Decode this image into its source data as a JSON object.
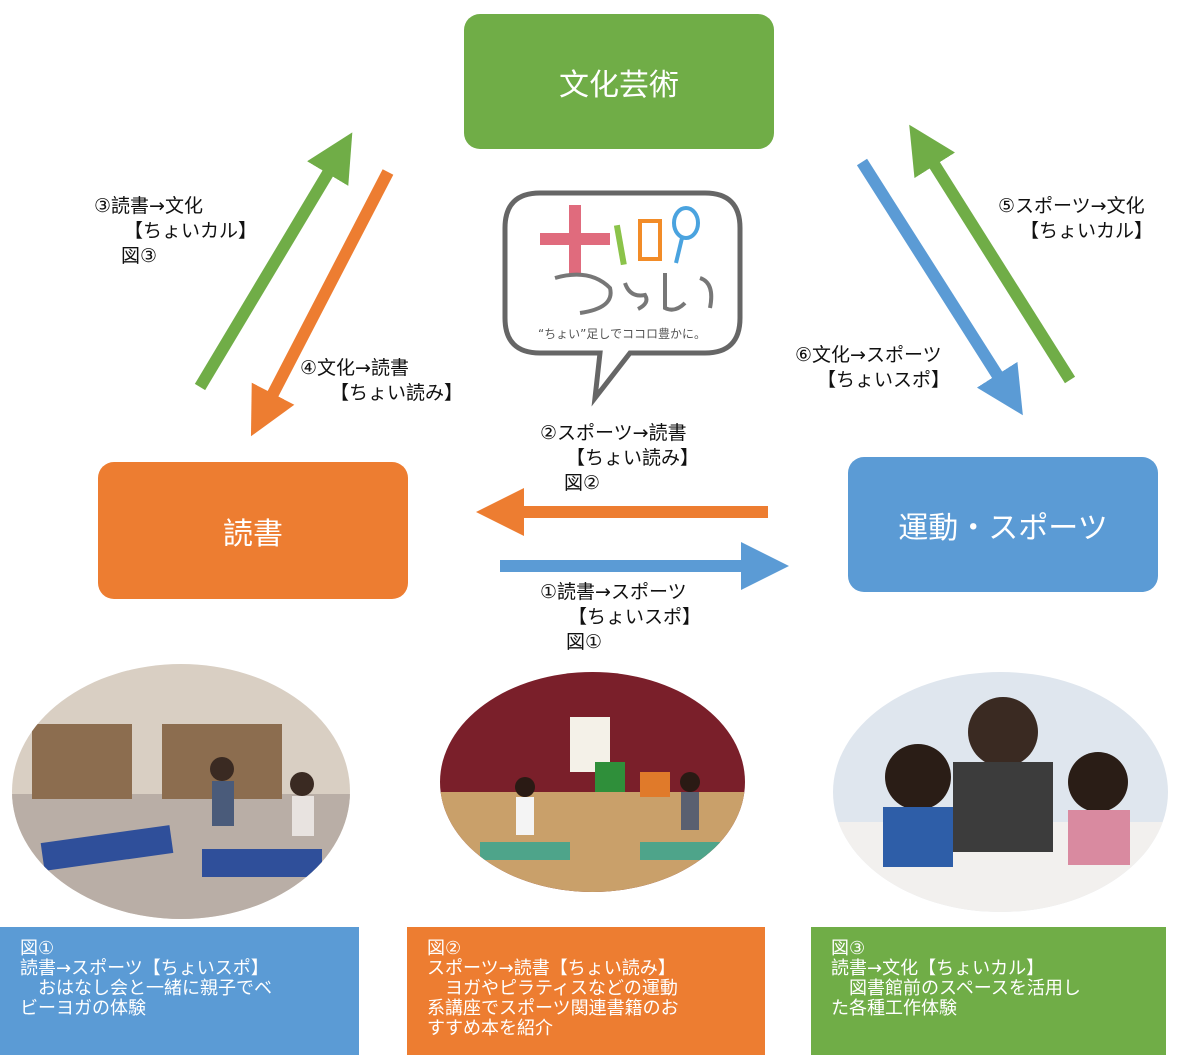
{
  "boxes": {
    "culture": "文化芸術",
    "reading": "読書",
    "sports": "運動・スポーツ"
  },
  "labels": {
    "l3": [
      "③読書→文化",
      "【ちょいカル】",
      "図③"
    ],
    "l4": [
      "④文化→読書",
      "【ちょい読み】"
    ],
    "l5": [
      "⑤スポーツ→文化",
      "【ちょいカル】"
    ],
    "l6": [
      "⑥文化→スポーツ",
      "【ちょいスポ】"
    ],
    "l2": [
      "②スポーツ→読書",
      "【ちょい読み】",
      "図②"
    ],
    "l1": [
      "①読書→スポーツ",
      "【ちょいスポ】",
      "図①"
    ]
  },
  "logo": {
    "title": "ちょい",
    "tagline": "“ちょい”足しでココロ豊かに。"
  },
  "captions": {
    "c1": [
      "図①",
      "読書→スポーツ【ちょいスポ】",
      "　おはなし会と一緒に親子でベ",
      "ビーヨガの体験"
    ],
    "c2": [
      "図②",
      "スポーツ→読書【ちょい読み】",
      "　ヨガやピラティスなどの運動",
      "系講座でスポーツ関連書籍のお",
      "すすめ本を紹介"
    ],
    "c3": [
      "図③",
      "読書→文化【ちょいカル】",
      "　図書館前のスペースを活用し",
      "た各種工作体験"
    ]
  },
  "colors": {
    "green": "#70ad47",
    "orange": "#ed7d31",
    "blue": "#5b9bd5"
  }
}
